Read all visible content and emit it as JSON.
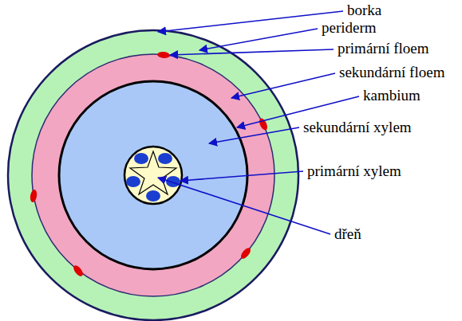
{
  "diagram": {
    "labels": [
      "borka",
      "periderm",
      "primární floem",
      "sekundární floem",
      "kambium",
      "sekundární xylem",
      "primární xylem",
      "dřeň"
    ]
  }
}
